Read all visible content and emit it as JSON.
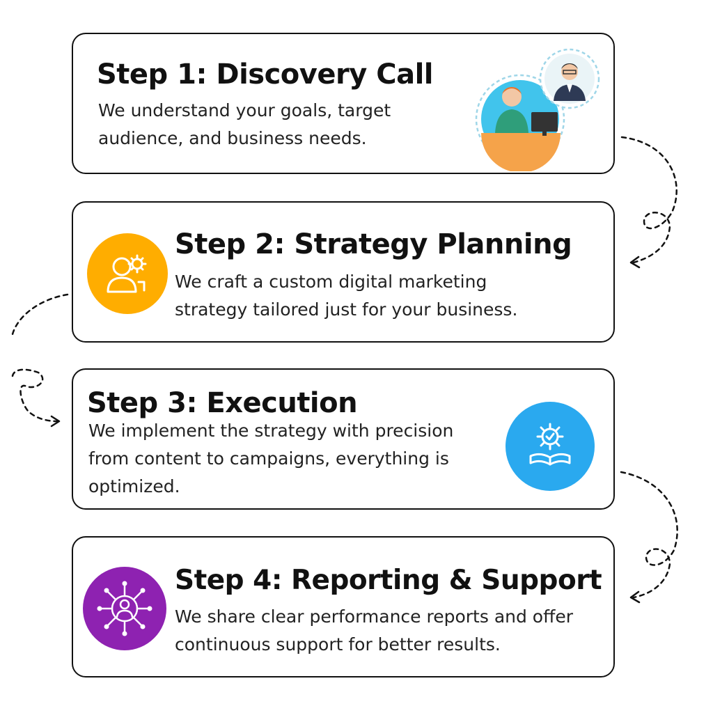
{
  "steps": [
    {
      "title": "Step 1: Discovery Call",
      "desc_lines": [
        "We understand your goals, target",
        "audience, and business needs."
      ],
      "icon": "call-center-illustration",
      "color": "#41c4ec"
    },
    {
      "title": "Step 2: Strategy Planning",
      "desc_lines": [
        "We craft a custom digital marketing",
        "strategy tailored just for your business."
      ],
      "icon": "person-gear-icon",
      "color": "#ffad00"
    },
    {
      "title": "Step 3: Execution",
      "desc_lines": [
        "We implement the strategy with precision",
        "from content to campaigns, everything is",
        "optimized."
      ],
      "icon": "gear-book-icon",
      "color": "#2aa9ef"
    },
    {
      "title": "Step 4: Reporting & Support",
      "desc_lines": [
        "We share clear performance reports and offer",
        "continuous support for better results."
      ],
      "icon": "network-person-icon",
      "color": "#8e22b1"
    }
  ]
}
